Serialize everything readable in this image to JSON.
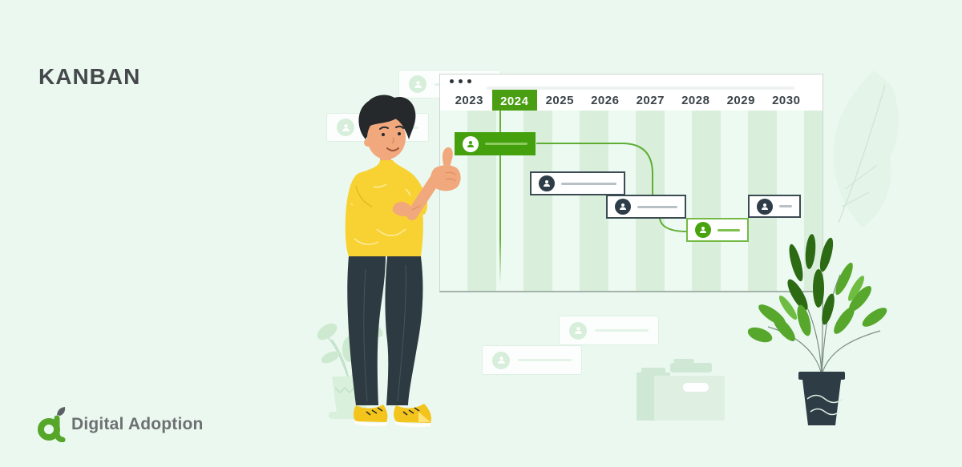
{
  "page": {
    "title": "KANBAN",
    "background": "#ebf8f0"
  },
  "brand": {
    "name": "Digital Adoption",
    "icon": "digital-adoption-logo",
    "accent_green": "#55a629",
    "text_color": "#6d7072"
  },
  "app_window": {
    "menu_icon": "ellipsis-dots-icon",
    "years": [
      "2023",
      "2024",
      "2025",
      "2026",
      "2027",
      "2028",
      "2029",
      "2030"
    ],
    "selected_year": "2024"
  },
  "board": {
    "type": "gantt-timeline-illustration",
    "tasks": [
      {
        "icon": "user-avatar-icon",
        "variant": "green-filled",
        "start_year": "2023",
        "end_year": "2024"
      },
      {
        "icon": "user-avatar-icon",
        "variant": "white",
        "start_year": "2025",
        "end_year": "2026"
      },
      {
        "icon": "user-avatar-icon",
        "variant": "white",
        "start_year": "2026",
        "end_year": "2027"
      },
      {
        "icon": "user-avatar-icon",
        "variant": "green-outline",
        "start_year": "2028",
        "end_year": "2028"
      },
      {
        "icon": "user-avatar-icon",
        "variant": "white",
        "start_year": "2029",
        "end_year": "2030"
      }
    ],
    "connections": [
      {
        "from": 1,
        "to": 3
      },
      {
        "from": 3,
        "to": 4
      }
    ]
  },
  "colors": {
    "accent_green": "#44a00d",
    "selected_year_green": "#4a9e11",
    "connector_green": "#5fae33",
    "stripe_dark": "#d9efdc",
    "stripe_light": "#ecfaf1",
    "slate_dark": "#2e3d47",
    "shirt_yellow": "#f8d232"
  }
}
